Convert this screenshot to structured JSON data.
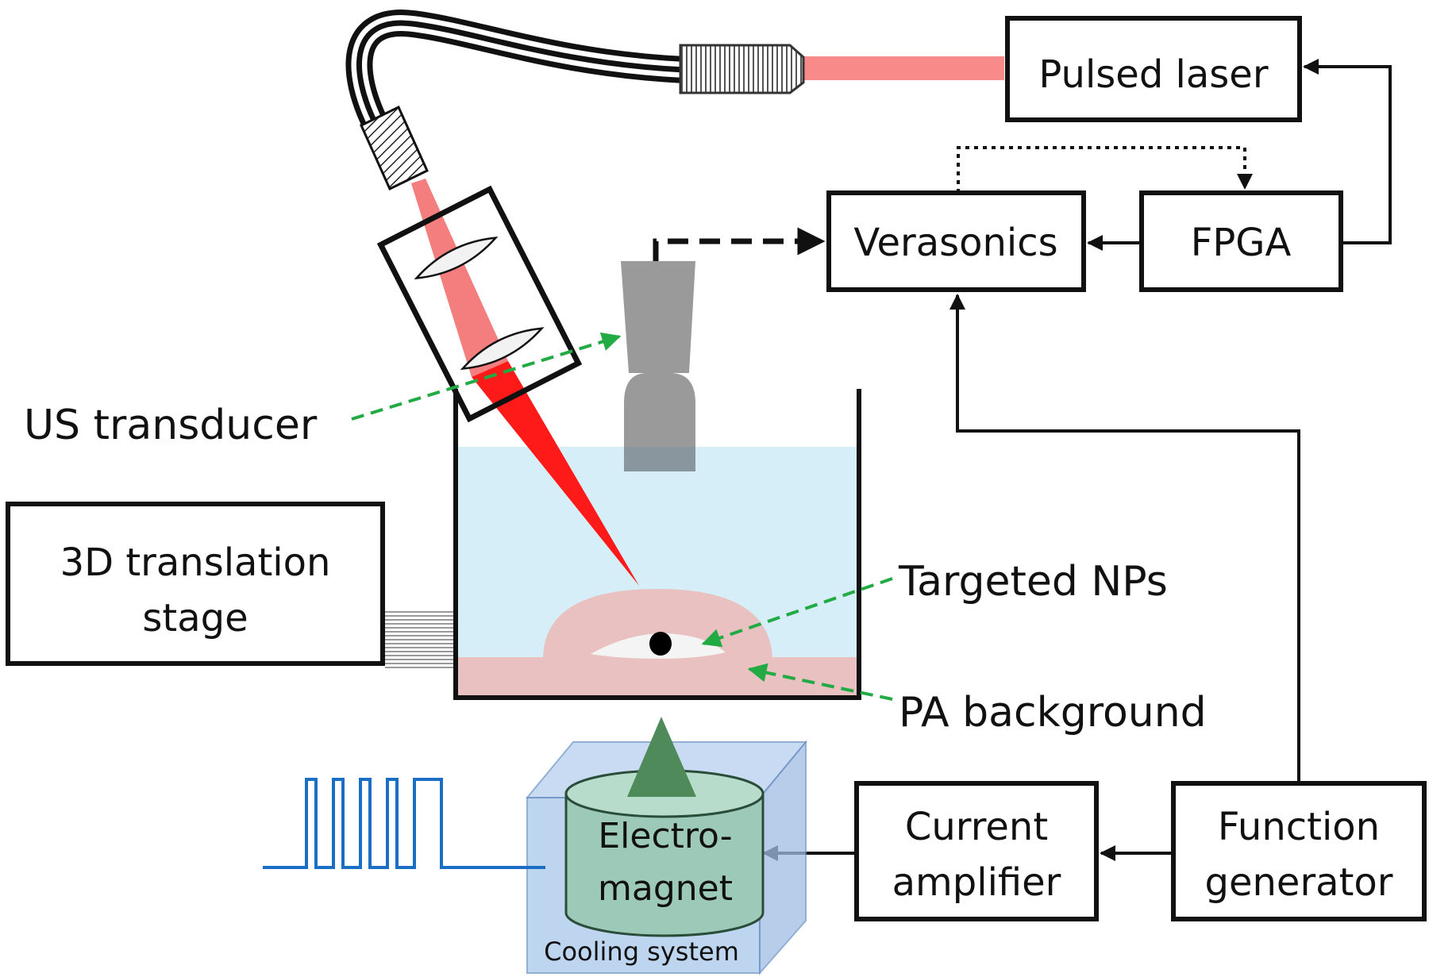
{
  "boxes": {
    "pulsed_laser": "Pulsed laser",
    "verasonics": "Verasonics",
    "fpga": "FPGA",
    "translation_stage_line1": "3D translation",
    "translation_stage_line2": "stage",
    "current_amplifier_line1": "Current",
    "current_amplifier_line2": "amplifier",
    "function_generator_line1": "Function",
    "function_generator_line2": "generator"
  },
  "labels": {
    "us_transducer": "US transducer",
    "targeted_nps": "Targeted NPs",
    "pa_background": "PA background",
    "electromagnet_line1": "Electro-",
    "electromagnet_line2": "magnet",
    "cooling_system": "Cooling system"
  },
  "colors": {
    "laser_beam": "#f47d7d",
    "laser_focus": "#ff1a1a",
    "water": "#d6eef8",
    "tissue": "#e9c1c1",
    "transducer": "#9a9a9a",
    "annotation_arrow": "#22aa44",
    "pulse_signal": "#1a6fc4",
    "cooling_box": "#a9c7ea",
    "magnet": "#9cc9b8",
    "magnet_cone": "#4f8a5a"
  }
}
